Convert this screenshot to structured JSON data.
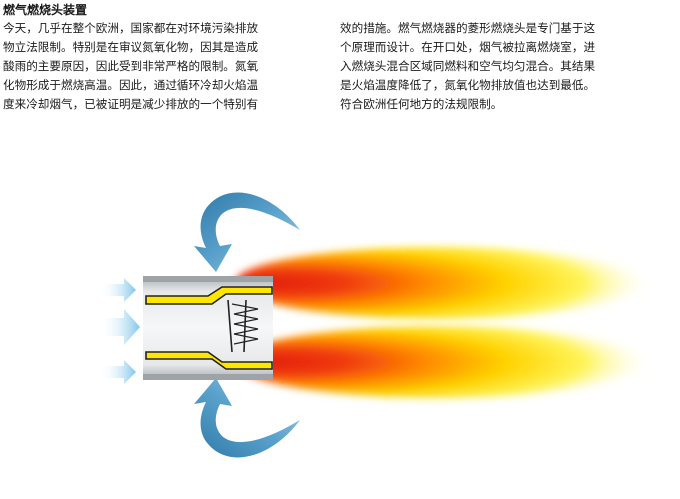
{
  "title": "燃气燃烧头装置",
  "left_column": [
    "今天，几乎在整个欧洲，国家都在对环境污染排放",
    "物立法限制。特别是在审议氮氧化物，因其是造成",
    "酸雨的主要原因，因此受到非常严格的限制。氮氧",
    "化物形成于燃烧高温。因此，通过循环冷却火焰温",
    "度来冷却烟气，已被证明是减少排放的一个特别有"
  ],
  "right_column": [
    "效的措施。燃气燃烧器的菱形燃烧头是专门基于这",
    "个原理而设计。在开口处，烟气被拉离燃烧室，进",
    "入燃烧头混合区域同燃料和空气均匀混合。其结果",
    "是火焰温度降低了，氮氧化物排放值也达到最低。",
    "符合欧洲任何地方的法规限制。"
  ],
  "colors": {
    "recirculation_arrow": "#3d86b4",
    "air_inlet_arrow": "#8fd0ee",
    "burner_tube": "#c9ccd0",
    "gas_channel": "#ffe600",
    "flame_outer": "#fff200",
    "flame_mid": "#ff9a00",
    "flame_core": "#e82a10",
    "text": "#1a1a1a"
  },
  "icons": [
    "recirculation-arrow-icon",
    "air-inlet-arrow-icon",
    "flame-icon",
    "burner-head-icon"
  ]
}
